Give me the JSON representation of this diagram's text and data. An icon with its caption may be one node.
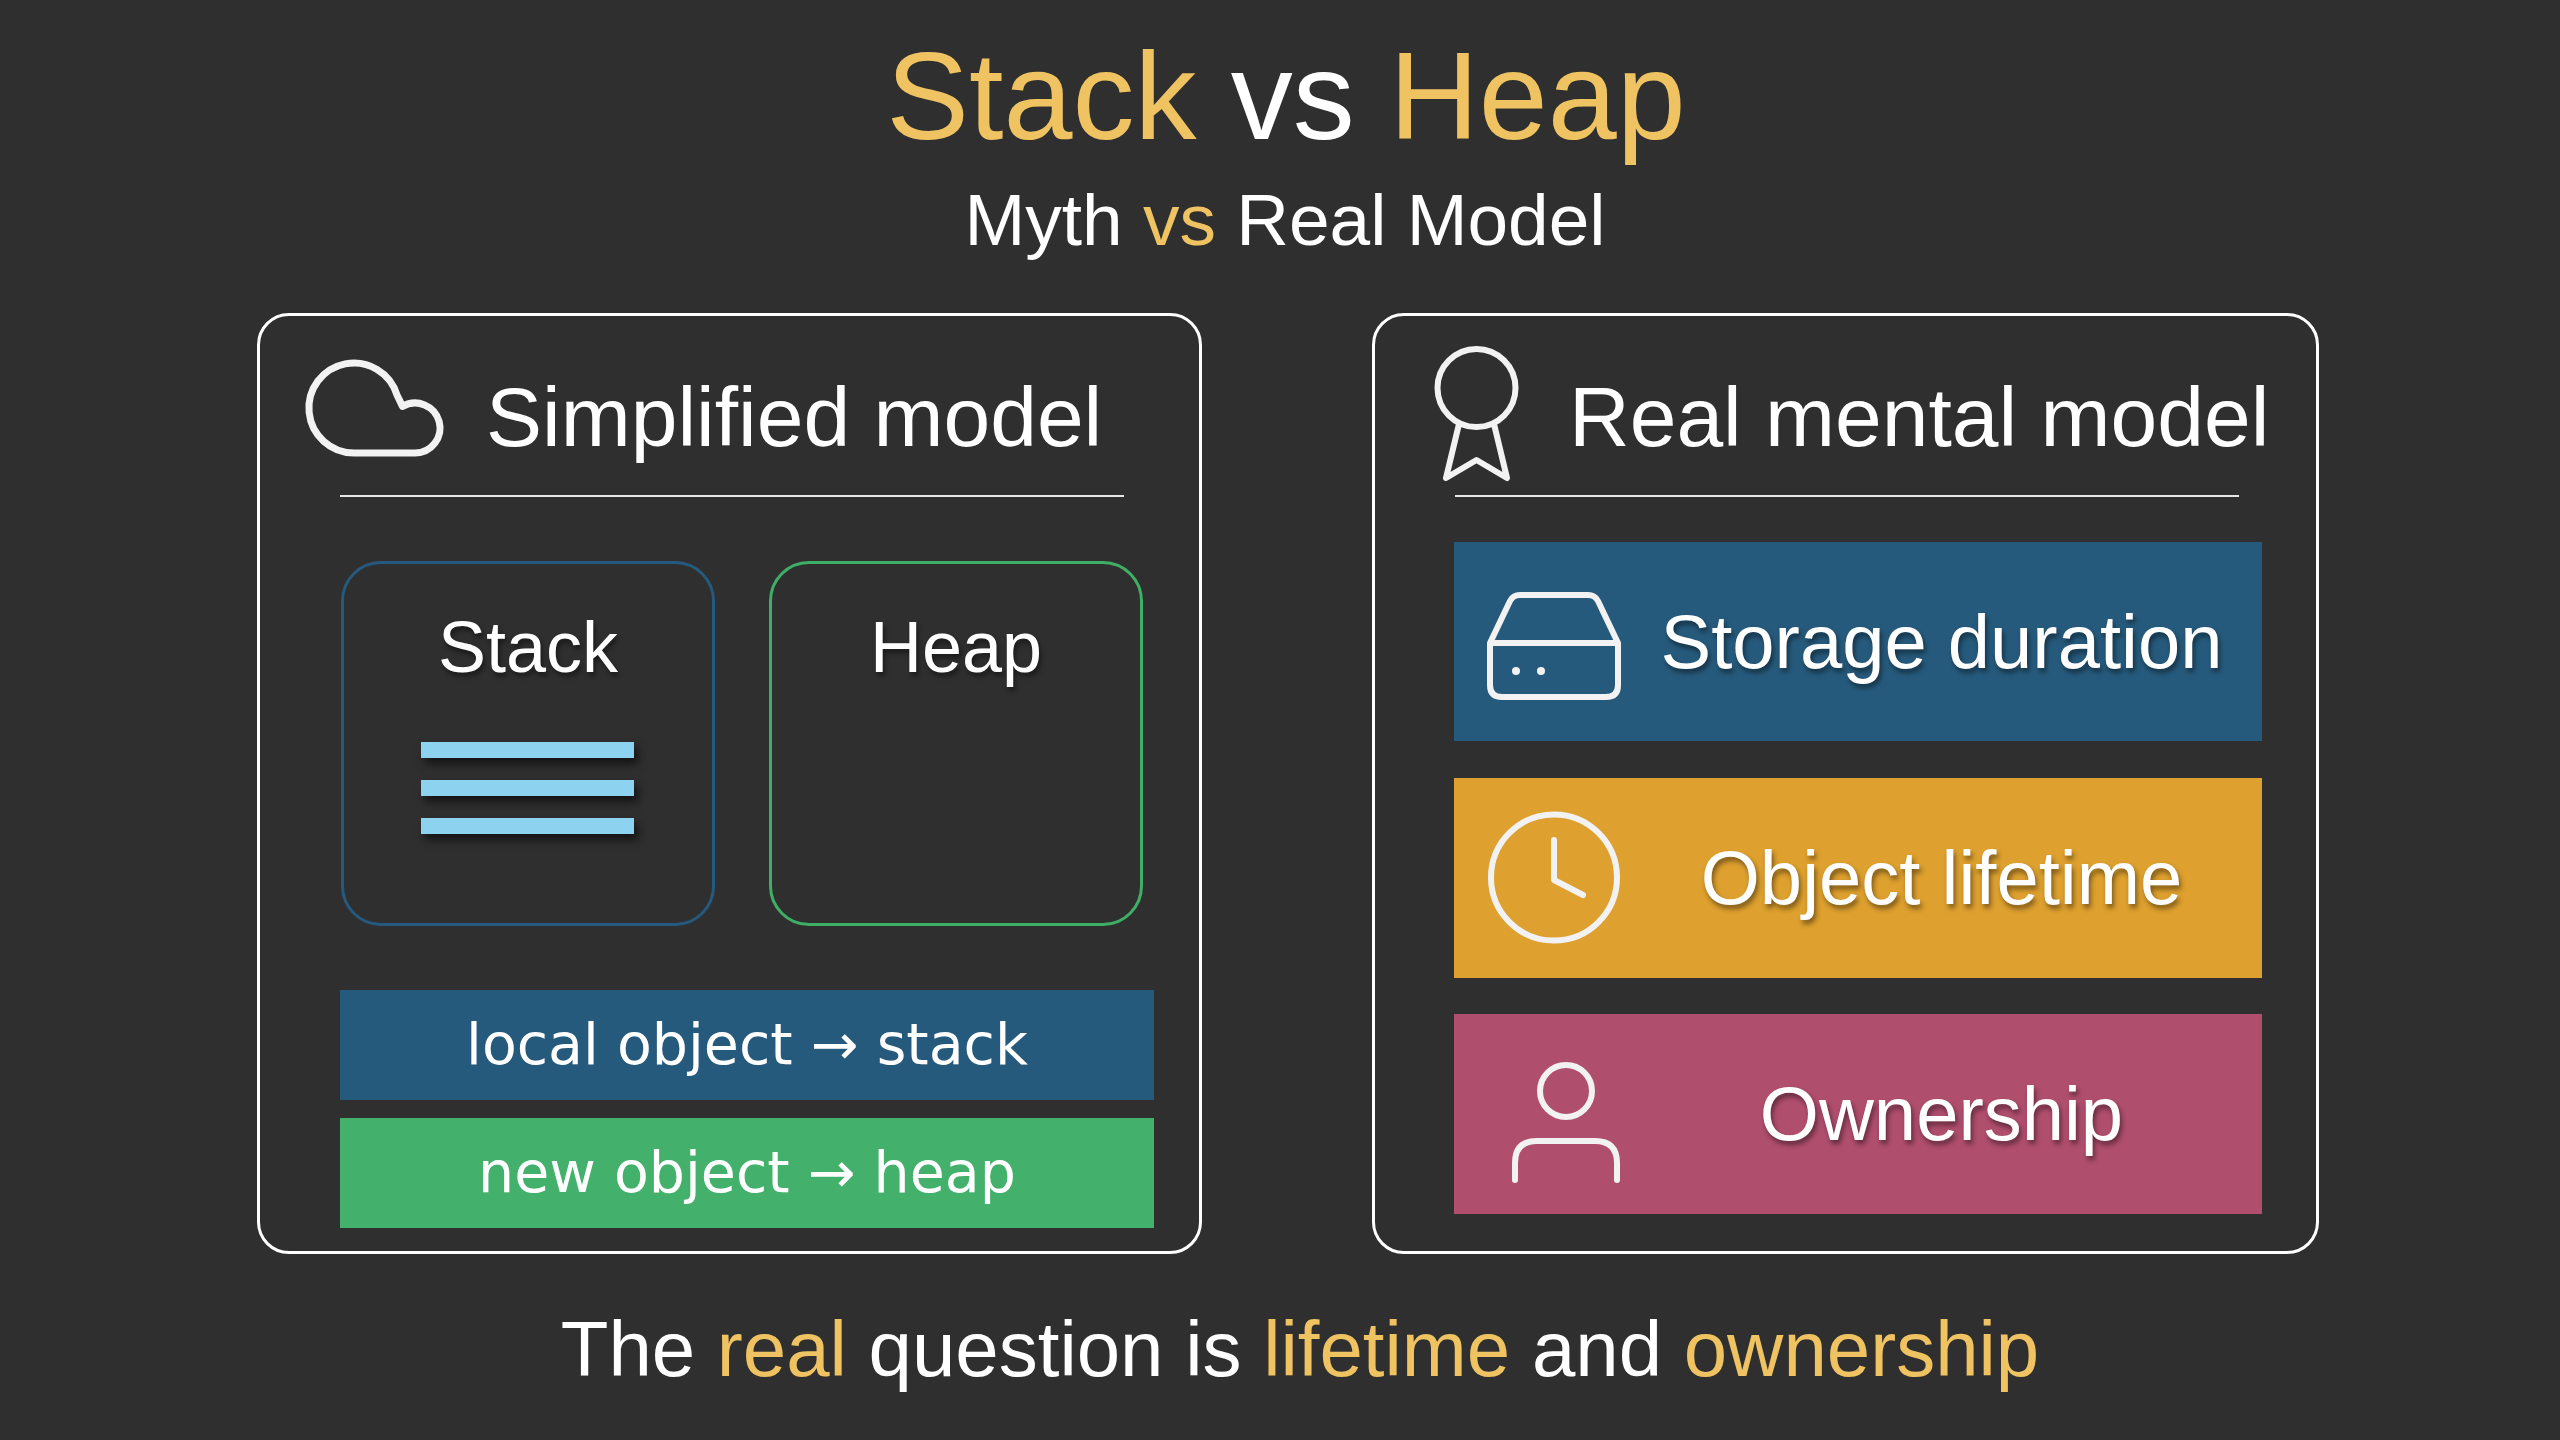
{
  "diagram": {
    "title": "**Stack** vs **Heap**",
    "labels": [
      "Myth **vs** Real Model"
    ],
    "caption": "The **real** question is **lifetime** and **ownership**",
    "nodes": [
      {
        "text": [
          "Simplified model"
        ]
      },
      {
        "text": [
          "Stack"
        ],
        "in": 0
      },
      {
        "text": [
          "Heap"
        ],
        "in": 0
      },
      {
        "text": [
          "local object → stack"
        ],
        "in": 0
      },
      {
        "text": [
          "new object → heap"
        ],
        "in": 0
      },
      {
        "text": [
          "Real mental model"
        ]
      },
      {
        "text": [
          "Storage duration"
        ],
        "in": 5
      },
      {
        "text": [
          "Object lifetime"
        ],
        "in": 5
      },
      {
        "text": [
          "Ownership"
        ],
        "in": 5
      }
    ]
  }
}
